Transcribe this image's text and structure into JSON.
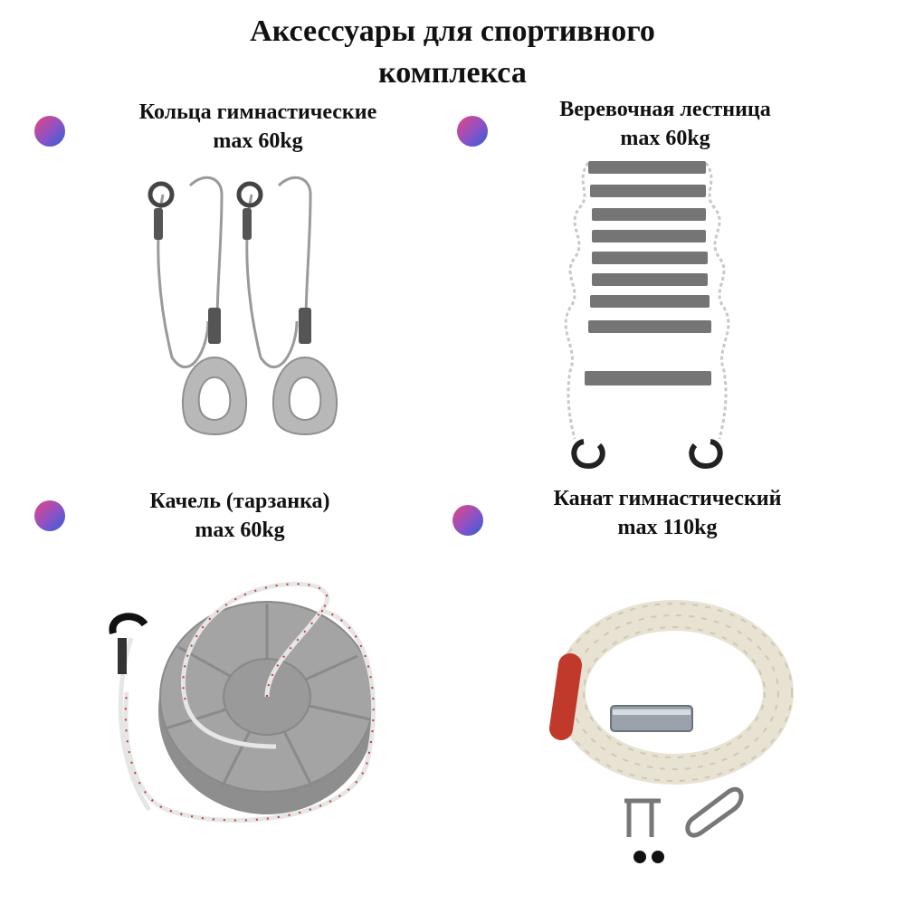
{
  "title": {
    "line1": "Аксессуары для  спортивного",
    "line2": "комплекса"
  },
  "accent_gradient": [
    "#e8457f",
    "#8b52c7",
    "#2f5fd6"
  ],
  "items": [
    {
      "name": "Кольца гимнастические",
      "capacity": "max 60kg",
      "icon": "gymnastic-rings-icon"
    },
    {
      "name": "Веревочная лестница",
      "capacity": "max 60kg",
      "icon": "rope-ladder-icon"
    },
    {
      "name": "Качель (тарзанка)",
      "capacity": "max 60kg",
      "icon": "disc-swing-icon"
    },
    {
      "name": "Канат гимнастический",
      "capacity": "max 110kg",
      "icon": "climbing-rope-icon"
    }
  ]
}
